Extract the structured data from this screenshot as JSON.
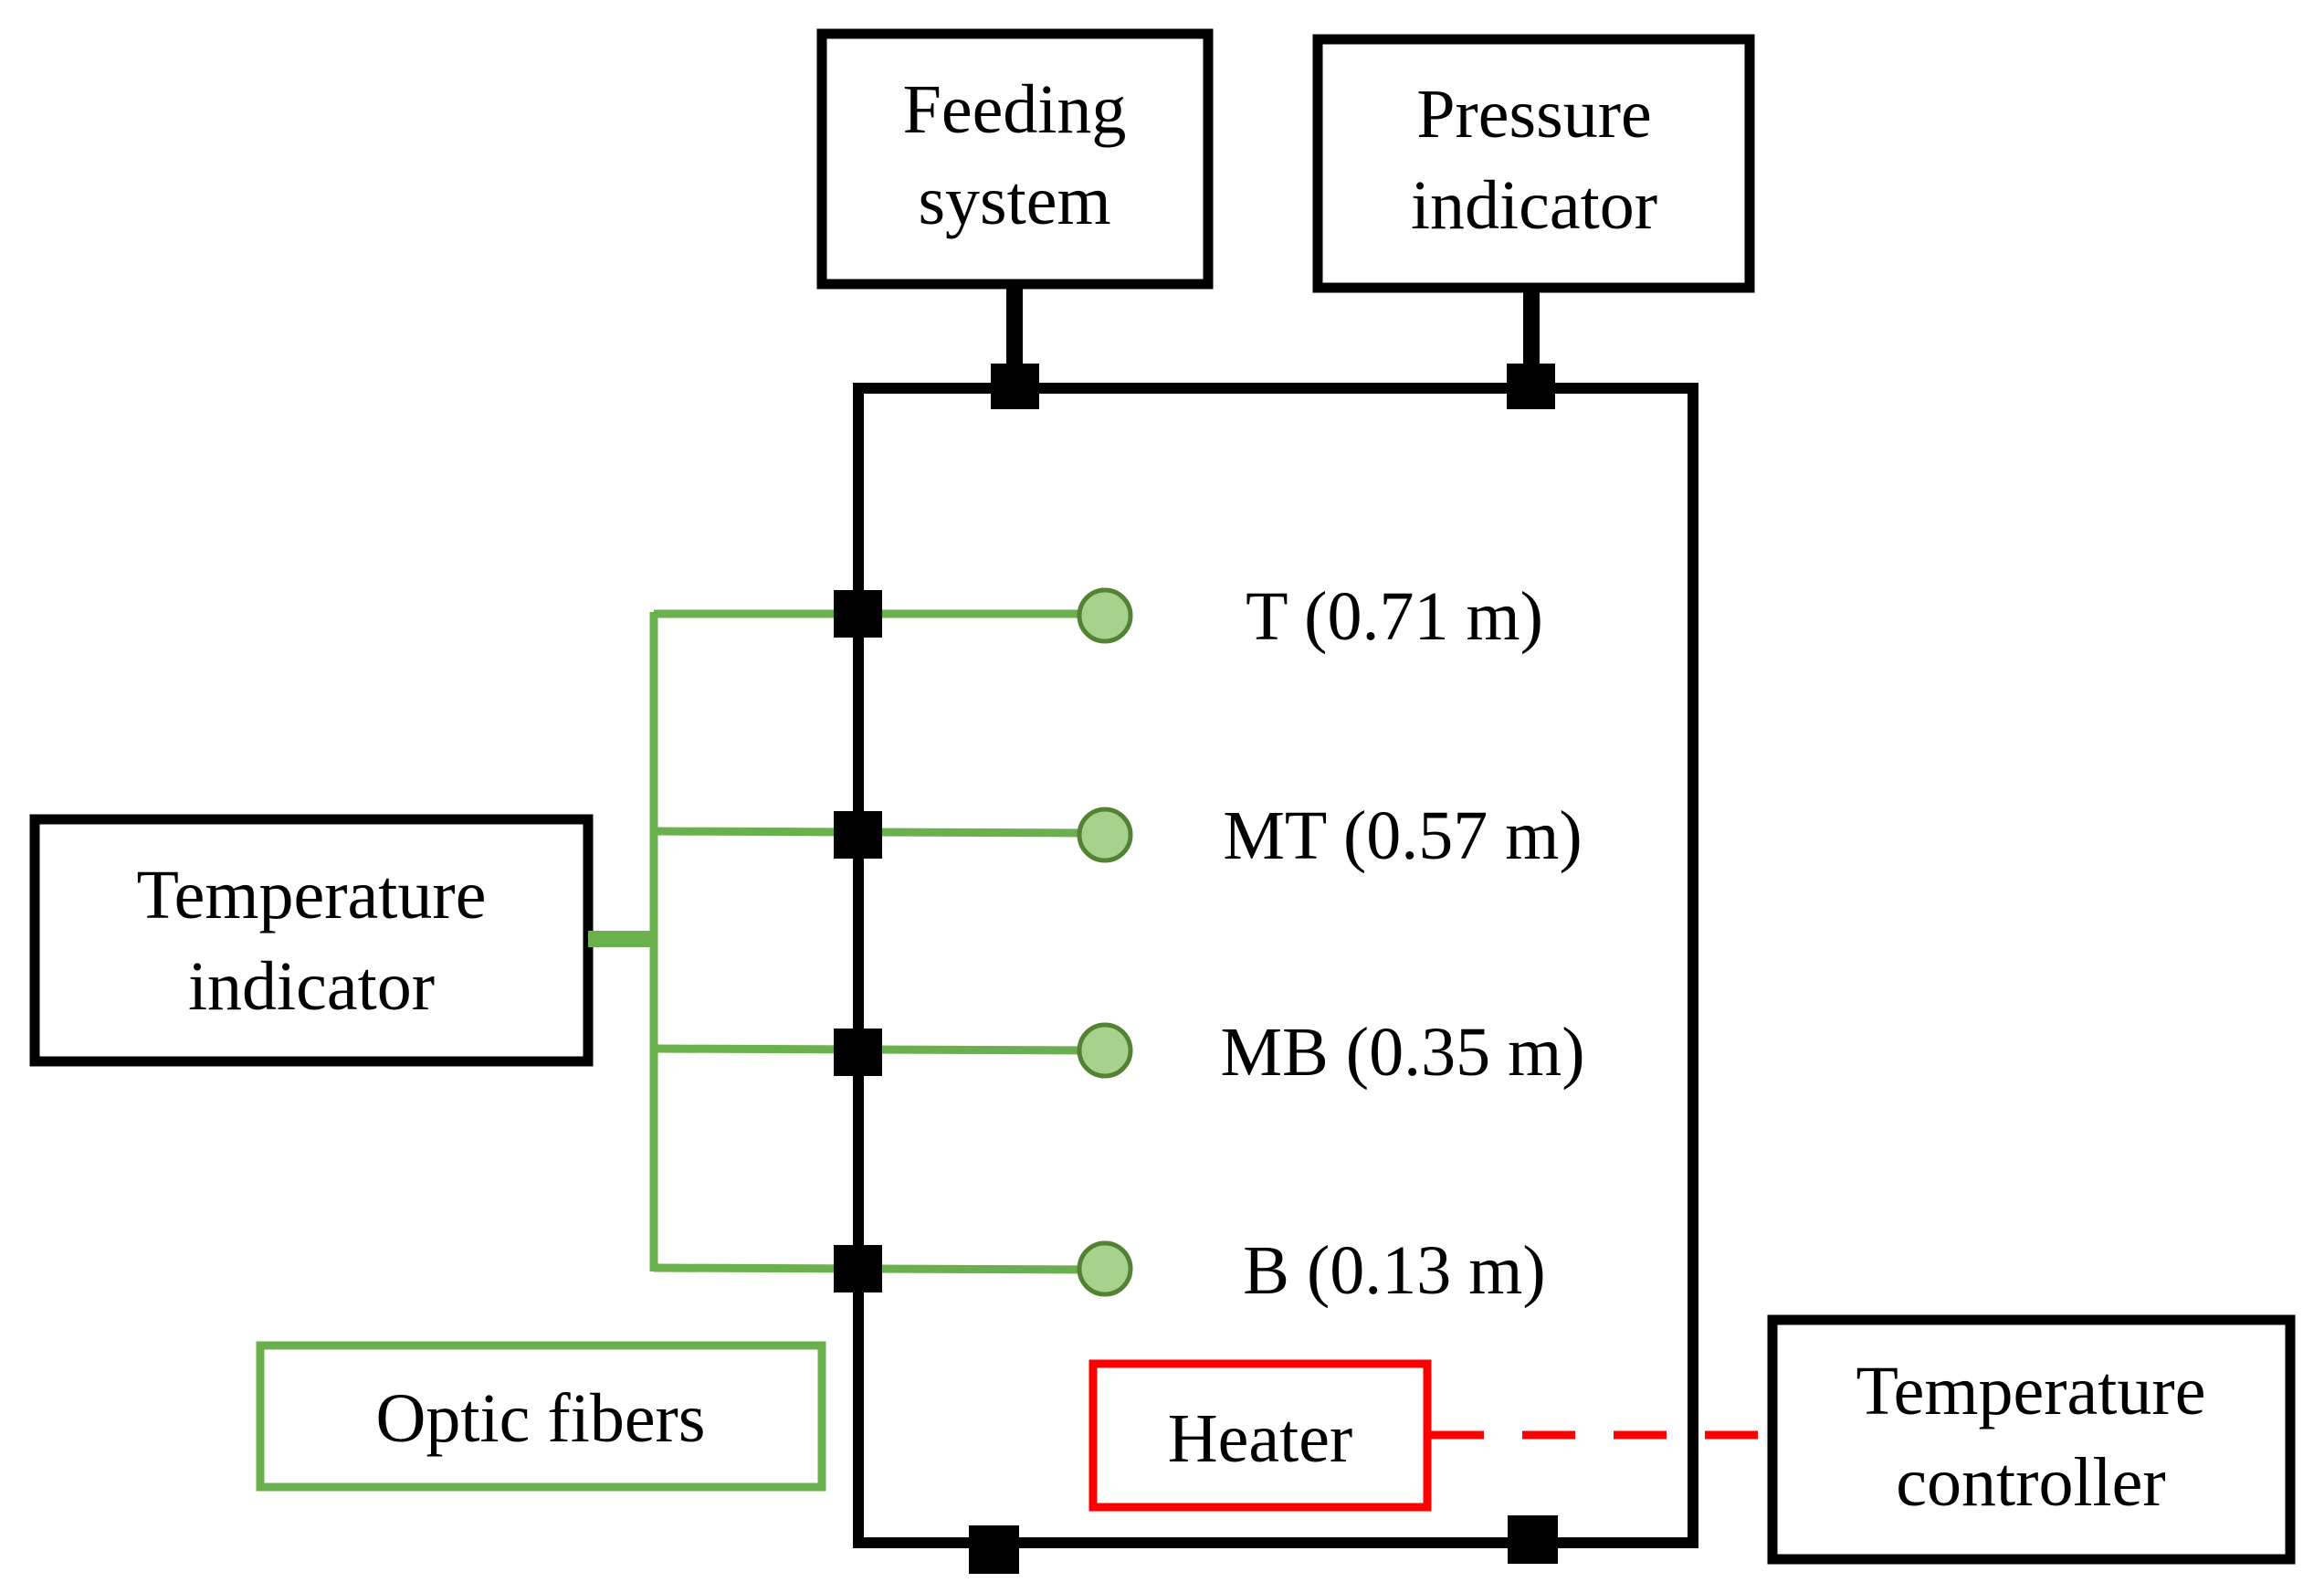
{
  "colors": {
    "line": "#000000",
    "fiber": "#6ab04c",
    "sensor_fill": "#a9d18e",
    "sensor_stroke": "#548235",
    "heater": "#ff0000",
    "background": "#ffffff"
  },
  "boxes": {
    "feeding": [
      "Feeding",
      "system"
    ],
    "pressure": [
      "Pressure",
      "indicator"
    ],
    "temp_indicator": [
      "Temperature",
      "indicator"
    ],
    "temp_controller": [
      "Temperature",
      "controller"
    ]
  },
  "legend": {
    "optic_fibers": "Optic fibers"
  },
  "heater": "Heater",
  "sensors": [
    {
      "label": "T (0.71 m)"
    },
    {
      "label": "MT (0.57 m)"
    },
    {
      "label": "MB (0.35 m)"
    },
    {
      "label": "B (0.13 m)"
    }
  ]
}
